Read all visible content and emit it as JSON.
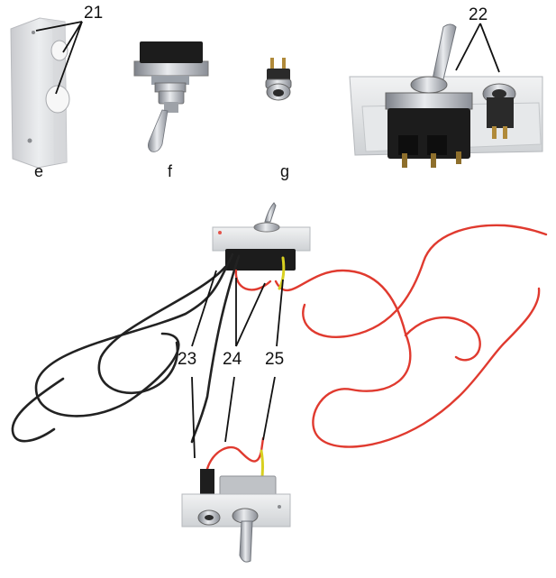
{
  "callouts": {
    "c21": "21",
    "c22": "22",
    "c23": "23",
    "c24": "24",
    "c25": "25"
  },
  "parts": {
    "e": "e",
    "f": "f",
    "g": "g"
  },
  "colors": {
    "background": "#ffffff",
    "aluminum": "#dcdde0",
    "switch_body": "#1c1c1c",
    "metal": "#b8bcc2",
    "red_wire": "#e03a2f",
    "black_wire": "#222222",
    "yellow_wire": "#d8d020"
  }
}
